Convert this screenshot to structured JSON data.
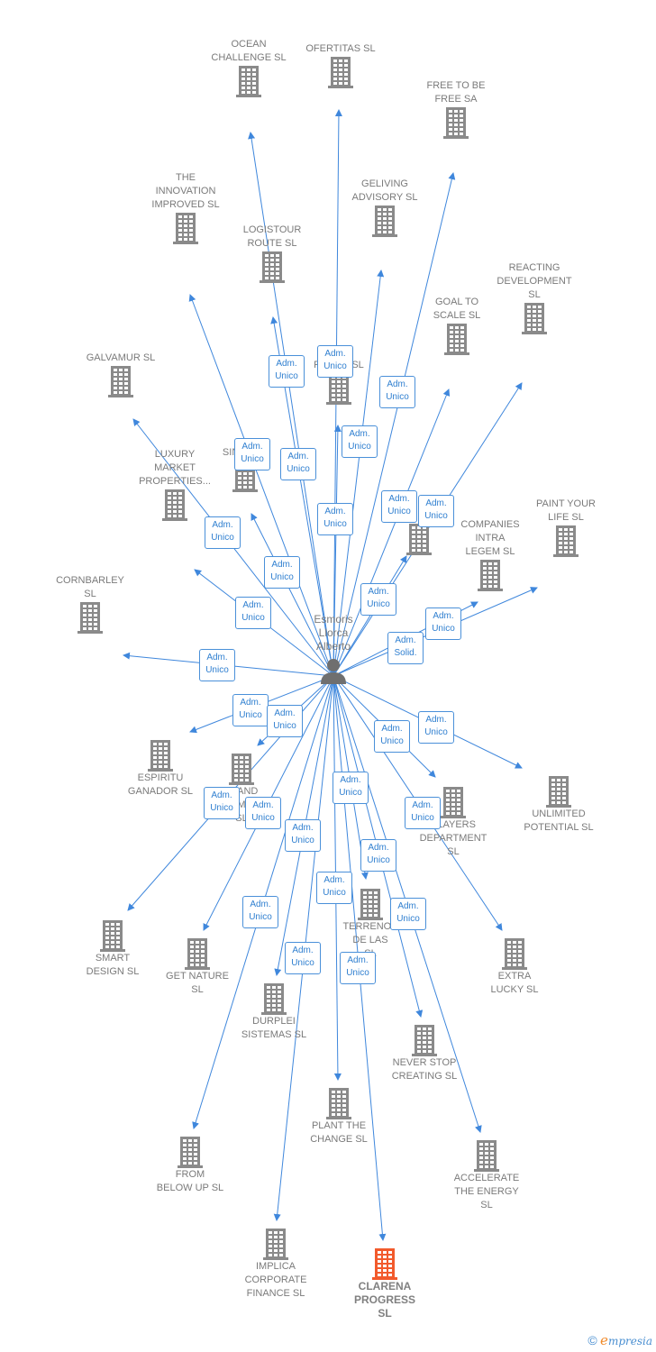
{
  "colors": {
    "edge": "#3f87dc",
    "building": "#8a8a8a",
    "building_main": "#f25a2c",
    "badge_border": "#4a90d9",
    "badge_text": "#2f7fd0"
  },
  "center": {
    "label": "Esmoris\nLlorca\nAlberto",
    "icon": "person-icon"
  },
  "companies": [
    {
      "id": "ocean",
      "label": "OCEAN\nCHALLENGE  SL"
    },
    {
      "id": "ofertitas",
      "label": "OFERTITAS  SL"
    },
    {
      "id": "freetobe",
      "label": "FREE TO BE\nFREE SA"
    },
    {
      "id": "innovation",
      "label": "THE\nINNOVATION\nIMPROVED  SL"
    },
    {
      "id": "logistour",
      "label": "LOGISTOUR\nROUTE  SL"
    },
    {
      "id": "geliving",
      "label": "GELIVING\nADVISORY  SL"
    },
    {
      "id": "reacting",
      "label": "REACTING\nDEVELOPMENT\nSL"
    },
    {
      "id": "goal",
      "label": "GOAL TO\nSCALE  SL"
    },
    {
      "id": "galvamur",
      "label": "GALVAMUR  SL"
    },
    {
      "id": "range",
      "label": "RANGE  SL"
    },
    {
      "id": "since",
      "label": "SINCE      SL"
    },
    {
      "id": "luxury",
      "label": "LUXURY\nMARKET\nPROPERTIES..."
    },
    {
      "id": "paint",
      "label": "PAINT YOUR\nLIFE  SL"
    },
    {
      "id": "companies",
      "label": "COMPANIES\nINTRA\nLEGEM SL"
    },
    {
      "id": "cornbarley",
      "label": "CORNBARLEY\nSL"
    },
    {
      "id": "hidden",
      "label": ""
    },
    {
      "id": "espiritu",
      "label": "ESPIRITU\nGANADOR SL"
    },
    {
      "id": "eland",
      "label": "ELAND\nM\nSL"
    },
    {
      "id": "unlimited",
      "label": "UNLIMITED\nPOTENTIAL  SL"
    },
    {
      "id": "players",
      "label": "PLAYERS\nDEPARTMENT\nSL"
    },
    {
      "id": "smart",
      "label": "SMART\nDESIGN  SL"
    },
    {
      "id": "getnature",
      "label": "GET NATURE\nSL"
    },
    {
      "id": "terrenos",
      "label": "TERRENOS\nDE LAS\nSL"
    },
    {
      "id": "extralucky",
      "label": "EXTRA\nLUCKY  SL"
    },
    {
      "id": "durplei",
      "label": "DURPLEI\nSISTEMAS  SL"
    },
    {
      "id": "neverstop",
      "label": "NEVER STOP\nCREATING  SL"
    },
    {
      "id": "plant",
      "label": "PLANT THE\nCHANGE  SL"
    },
    {
      "id": "frombelow",
      "label": "FROM\nBELOW UP  SL"
    },
    {
      "id": "accelerate",
      "label": "ACCELERATE\nTHE ENERGY\nSL"
    },
    {
      "id": "implica",
      "label": "IMPLICA\nCORPORATE\nFINANCE  SL"
    },
    {
      "id": "clarena",
      "label": "CLARENA\nPROGRESS\nSL",
      "highlight": true
    }
  ],
  "badges": {
    "adm_unico": "Adm.\nUnico",
    "adm_solid": "Adm.\nSolid."
  },
  "footer": {
    "copyright": "©",
    "brand_e": "e",
    "brand_rest": "mpresia"
  }
}
